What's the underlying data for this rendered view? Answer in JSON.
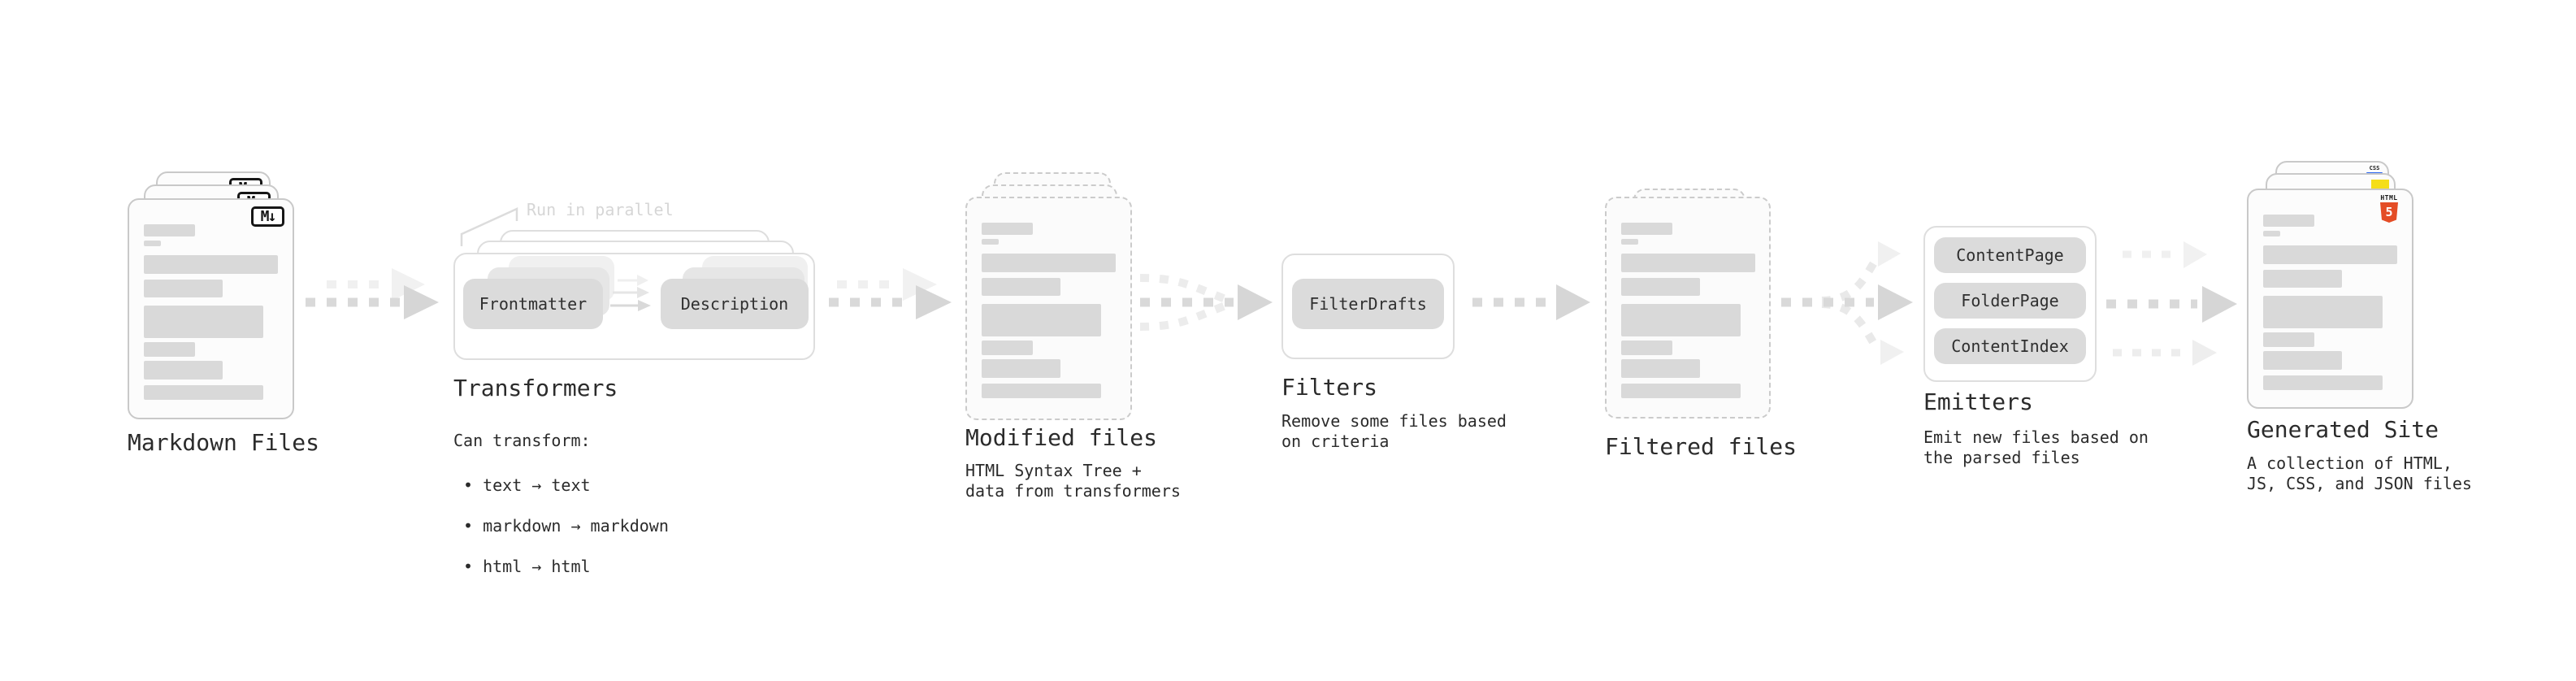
{
  "sections": {
    "markdown_files": {
      "label": "Markdown Files"
    },
    "transformers": {
      "note": "Run in parallel",
      "pills": [
        "Frontmatter",
        "Description"
      ],
      "title": "Transformers",
      "desc_heading": "Can transform:",
      "bullets": [
        "• text → text",
        "• markdown → markdown",
        "• html → html"
      ]
    },
    "modified_files": {
      "title": "Modified files",
      "desc": "HTML Syntax Tree +\ndata from transformers"
    },
    "filters": {
      "pill": "FilterDrafts",
      "title": "Filters",
      "desc": "Remove some files based\non criteria"
    },
    "filtered_files": {
      "title": "Filtered files"
    },
    "emitters": {
      "pills": [
        "ContentPage",
        "FolderPage",
        "ContentIndex"
      ],
      "title": "Emitters",
      "desc": "Emit new files based on\nthe parsed files"
    },
    "generated_site": {
      "title": "Generated Site",
      "desc": "A collection of HTML,\nJS, CSS, and JSON files"
    }
  },
  "icons": {
    "markdown": "M↓",
    "html5_word": "HTML",
    "html5_number": "5",
    "css_word": "CSS"
  },
  "colors": {
    "arrow_gray": "#d9d9d9",
    "arrow_ghost": "#efefef",
    "html5_orange": "#E44D26",
    "js_yellow": "#F5DE19",
    "css_blue": "#2965F1"
  }
}
